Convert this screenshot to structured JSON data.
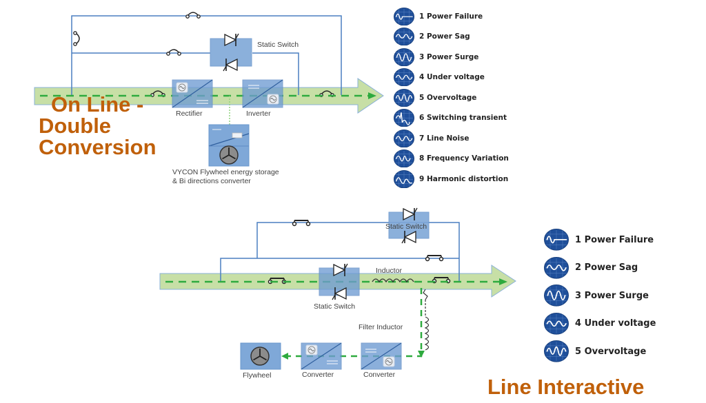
{
  "top": {
    "title_lines": [
      "On Line -",
      "Double",
      "Conversion"
    ],
    "labels": {
      "static_switch": "Static Switch",
      "rectifier": "Rectifier",
      "inverter": "Inverter",
      "flywheel_line1": "VYCON Flywheel energy storage",
      "flywheel_line2": "& Bi directions converter"
    },
    "legend": [
      {
        "label": "1 Power Failure",
        "icon": "waveform-power-failure"
      },
      {
        "label": "2 Power Sag",
        "icon": "waveform-power-sag"
      },
      {
        "label": "3 Power Surge",
        "icon": "waveform-power-surge"
      },
      {
        "label": "4 Under voltage",
        "icon": "waveform-under-voltage"
      },
      {
        "label": "5 Overvoltage",
        "icon": "waveform-overvoltage"
      },
      {
        "label": "6 Switching transient",
        "icon": "waveform-switching-transient"
      },
      {
        "label": "7 Line Noise",
        "icon": "waveform-line-noise"
      },
      {
        "label": "8 Frequency Variation",
        "icon": "waveform-frequency-variation"
      },
      {
        "label": "9 Harmonic distortion",
        "icon": "waveform-harmonic-distortion"
      }
    ]
  },
  "bottom": {
    "title": "Line Interactive",
    "labels": {
      "static_switch_top": "Static Switch",
      "static_switch_main": "Static Switch",
      "inductor": "Inductor",
      "filter_inductor": "Filter Inductor",
      "flywheel": "Flywheel",
      "converter_left": "Converter",
      "converter_right": "Converter"
    },
    "legend": [
      {
        "label": "1 Power Failure",
        "icon": "waveform-power-failure"
      },
      {
        "label": "2 Power Sag",
        "icon": "waveform-power-sag"
      },
      {
        "label": "3 Power Surge",
        "icon": "waveform-power-surge"
      },
      {
        "label": "4 Under voltage",
        "icon": "waveform-under-voltage"
      },
      {
        "label": "5 Overvoltage",
        "icon": "waveform-overvoltage"
      }
    ]
  },
  "colors": {
    "title_orange": "#c0600a",
    "wire_blue": "#4a7fc1",
    "box_blue": "#7fa8d8",
    "arrow_green_fill": "#c7dfa6",
    "flow_green": "#2eaa3e",
    "icon_blue": "#1f4f9a"
  }
}
